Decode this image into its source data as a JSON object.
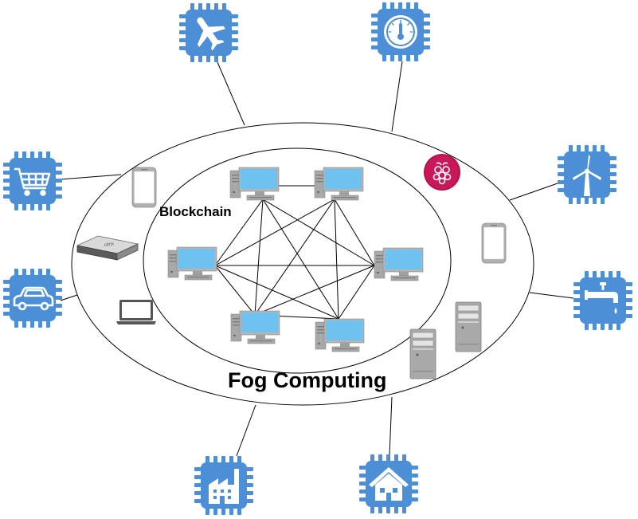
{
  "labels": {
    "blockchain": "Blockchain",
    "fog": "Fog Computing"
  },
  "colors": {
    "chip_blue": "#4d8fd6",
    "chip_blue_dark": "#3a78bf",
    "computer_gray": "#a8a8a8",
    "screen_blue": "#6fc2ef",
    "raspberry_red": "#b5124a",
    "line": "#000000"
  },
  "iot_devices": [
    {
      "id": "airplane",
      "icon": "airplane-icon"
    },
    {
      "id": "thermometer",
      "icon": "thermometer-icon"
    },
    {
      "id": "shopping-cart",
      "icon": "shopping-cart-icon"
    },
    {
      "id": "wind-turbine",
      "icon": "wind-turbine-icon"
    },
    {
      "id": "car",
      "icon": "car-icon"
    },
    {
      "id": "water-tap",
      "icon": "water-tap-icon"
    },
    {
      "id": "factory",
      "icon": "factory-icon"
    },
    {
      "id": "house",
      "icon": "house-icon"
    }
  ],
  "fog_devices": [
    {
      "id": "smartphone-left",
      "icon": "smartphone-icon"
    },
    {
      "id": "rack-server",
      "icon": "rack-server-icon"
    },
    {
      "id": "laptop",
      "icon": "laptop-icon"
    },
    {
      "id": "raspberry-pi",
      "icon": "raspberry-pi-icon"
    },
    {
      "id": "smartphone-right",
      "icon": "smartphone-icon"
    },
    {
      "id": "tower-server-1",
      "icon": "tower-server-icon"
    },
    {
      "id": "tower-server-2",
      "icon": "tower-server-icon"
    }
  ],
  "blockchain_nodes": [
    {
      "id": "node-1",
      "icon": "desktop-computer-icon"
    },
    {
      "id": "node-2",
      "icon": "desktop-computer-icon"
    },
    {
      "id": "node-3",
      "icon": "desktop-computer-icon"
    },
    {
      "id": "node-4",
      "icon": "desktop-computer-icon"
    },
    {
      "id": "node-5",
      "icon": "desktop-computer-icon"
    },
    {
      "id": "node-6",
      "icon": "desktop-computer-icon"
    }
  ],
  "mesh_links": [
    [
      "node-1",
      "node-2"
    ],
    [
      "node-1",
      "node-3"
    ],
    [
      "node-1",
      "node-4"
    ],
    [
      "node-1",
      "node-5"
    ],
    [
      "node-1",
      "node-6"
    ],
    [
      "node-2",
      "node-3"
    ],
    [
      "node-2",
      "node-4"
    ],
    [
      "node-2",
      "node-5"
    ],
    [
      "node-2",
      "node-6"
    ],
    [
      "node-3",
      "node-4"
    ],
    [
      "node-3",
      "node-5"
    ],
    [
      "node-3",
      "node-6"
    ],
    [
      "node-4",
      "node-5"
    ],
    [
      "node-4",
      "node-6"
    ],
    [
      "node-5",
      "node-6"
    ]
  ]
}
